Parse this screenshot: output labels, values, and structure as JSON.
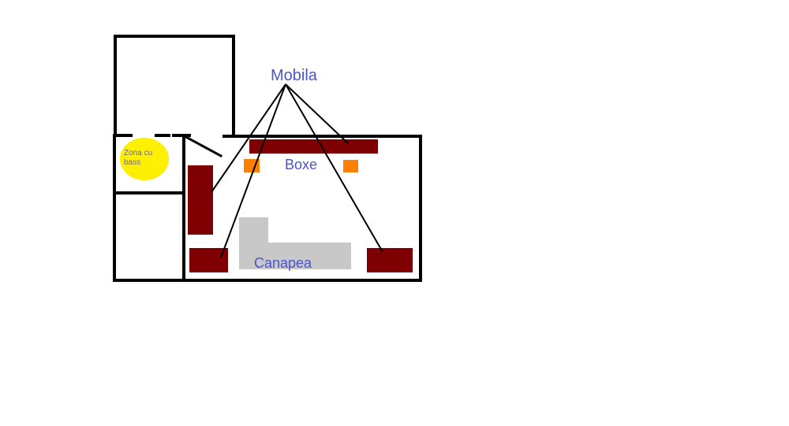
{
  "labels": {
    "furniture": "Mobila",
    "speakers": "Boxe",
    "sofa": "Canapea",
    "bass_zone_line1": "Zona cu",
    "bass_zone_line2": "bass"
  },
  "colors": {
    "wall": "#000000",
    "furniture": "#7f0000",
    "speaker": "#ff7f00",
    "sofa": "#c8c8c8",
    "bass_zone": "#ffef00",
    "label": "#4a55c8"
  }
}
